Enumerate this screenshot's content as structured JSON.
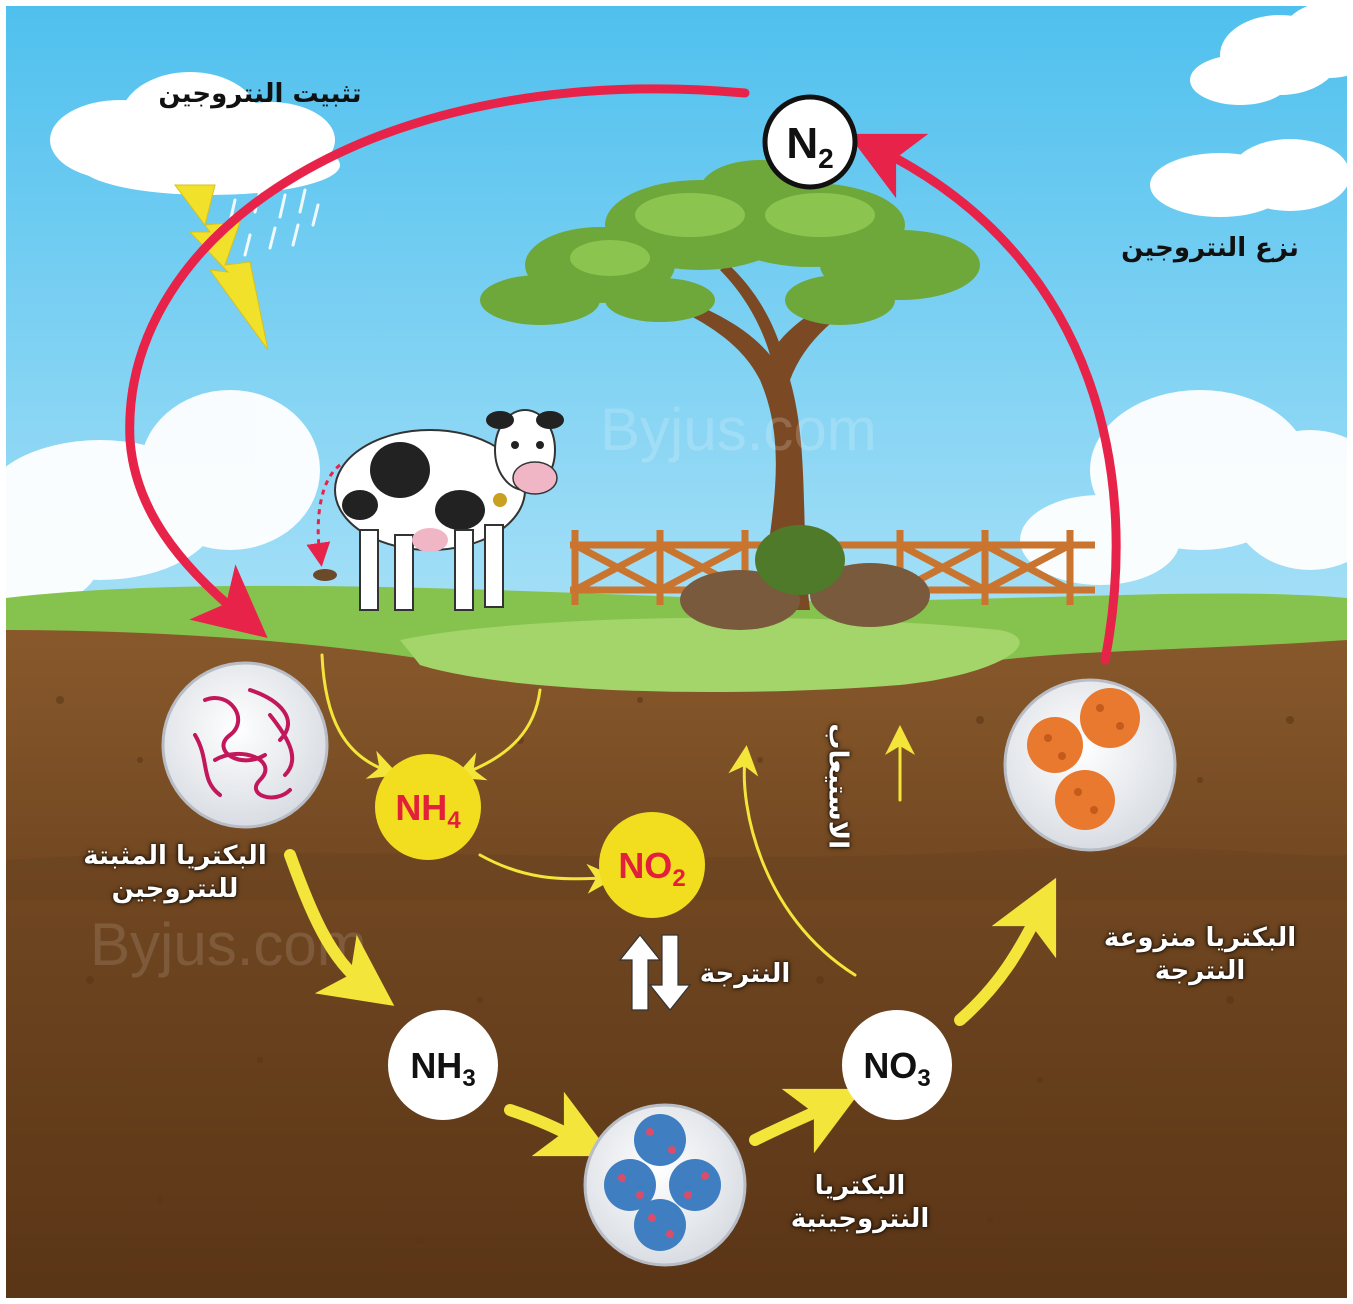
{
  "labels": {
    "nitrogen_fixation": "تثبيت النتروجين",
    "denitrification": "نزع النتروجين",
    "fixing_bacteria_line1": "البكتريا المثبتة",
    "fixing_bacteria_line2": "للنتروجين",
    "nitrification": "النترجة",
    "assimilation": "الاستيعاب",
    "nitrifying_bacteria_line1": "البكتريا",
    "nitrifying_bacteria_line2": "النتروجينية",
    "denitrifying_bacteria_line1": "البكتريا منزوعة",
    "denitrifying_bacteria_line2": "النترجة"
  },
  "chemicals": {
    "n2": {
      "base": "N",
      "sub": "2"
    },
    "nh4": {
      "base": "NH",
      "sub": "4"
    },
    "no2": {
      "base": "NO",
      "sub": "2"
    },
    "nh3": {
      "base": "NH",
      "sub": "3"
    },
    "no3": {
      "base": "NO",
      "sub": "3"
    }
  },
  "colors": {
    "sky": "#5ec7ee",
    "soil": "#7a4a22",
    "grass": "#86c24e",
    "cycle_arrow": "#e8234a",
    "flow_arrow": "#f4e53a",
    "chem_yellow": "#f2dd1f",
    "chem_text_red": "#e3203c"
  }
}
